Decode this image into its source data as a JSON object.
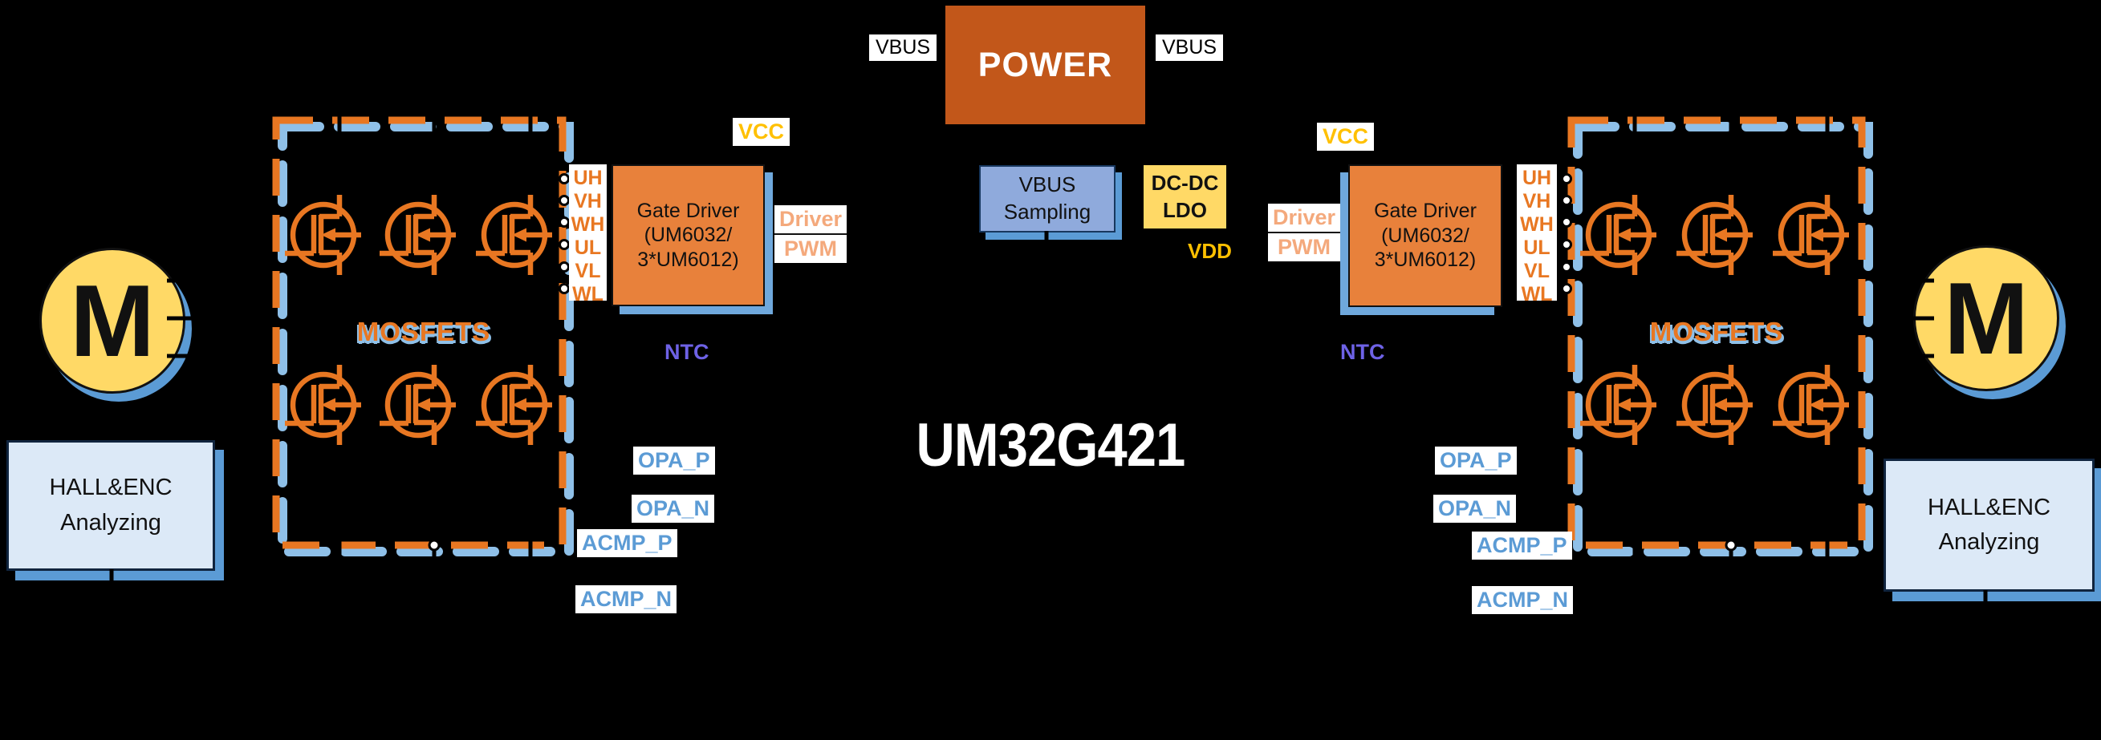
{
  "title": "UM32G421",
  "blocks": {
    "power": "POWER",
    "vbus_sampling_1": "VBUS",
    "vbus_sampling_2": "Sampling",
    "dcdc_1": "DC-DC",
    "dcdc_2": "LDO",
    "gate_driver_1": "Gate Driver",
    "gate_driver_2": "(UM6032/",
    "gate_driver_3": "3*UM6012)",
    "hall_1": "HALL&ENC",
    "hall_2": "Analyzing",
    "motor": "M",
    "mosfets": "MOSFETS"
  },
  "labels": {
    "vbus": "VBUS",
    "vcc": "VCC",
    "vdd": "VDD",
    "driver": "Driver",
    "pwm": "PWM",
    "ntc": "NTC",
    "opa_p": "OPA_P",
    "opa_n": "OPA_N",
    "acmp_p": "ACMP_P",
    "acmp_n": "ACMP_N"
  },
  "pins": [
    "UH",
    "VH",
    "WH",
    "UL",
    "VL",
    "WL"
  ],
  "colors": {
    "background": "#000000",
    "power_fill": "#C2571A",
    "driver_fill": "#E8813B",
    "yellow_fill": "#FFD966",
    "sampling_fill": "#8FAADC",
    "hall_fill": "#DCE9F7",
    "orange": "#E87722",
    "shadow_blue": "#6FA8DC",
    "dash_blue": "#8FC0E8",
    "gold": "#FFC000",
    "salmon": "#F4A97C",
    "ntc_purple": "#6E62E6",
    "opa_blue": "#5B9BD5"
  }
}
